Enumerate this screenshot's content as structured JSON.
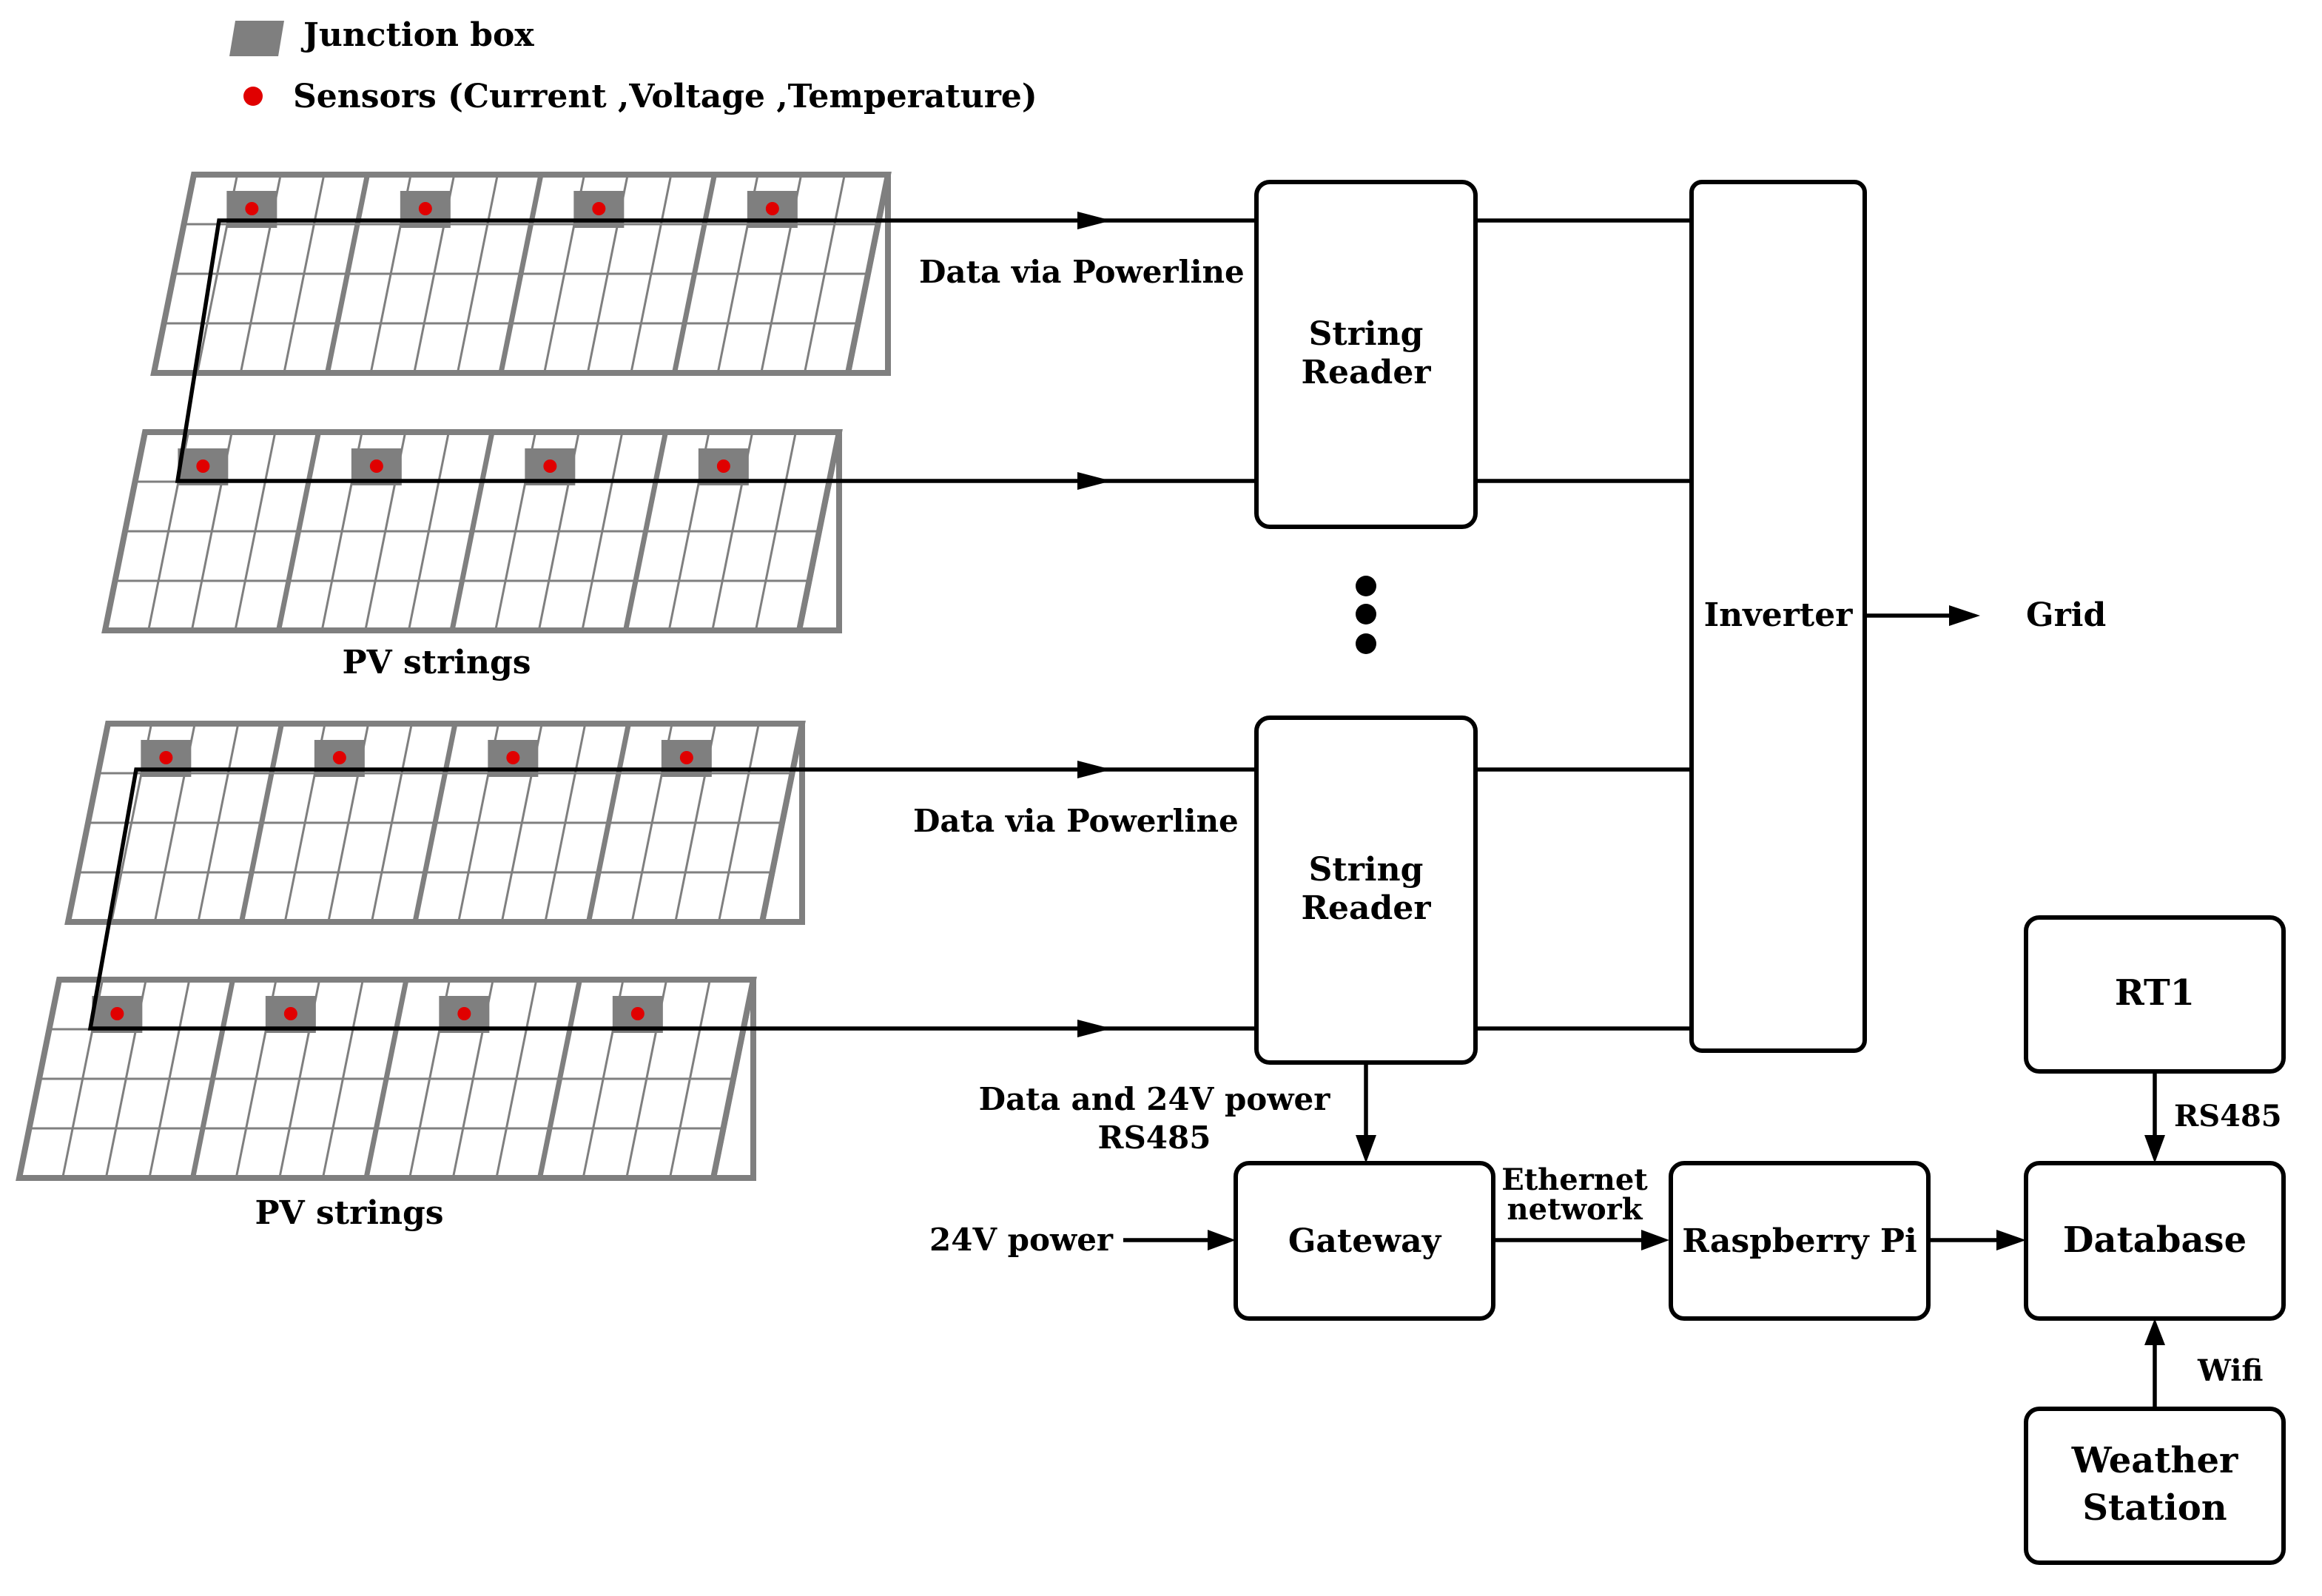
{
  "legend": {
    "junction_box": "Junction box",
    "sensors": "Sensors  (Current ,Voltage ,Temperature)"
  },
  "labels": {
    "pv_strings_top": "PV strings",
    "pv_strings_bottom": "PV strings",
    "data_powerline_top": "Data  via Powerline",
    "data_powerline_bottom": "Data  via Powerline",
    "data_24v_line1": "Data and 24V power",
    "data_24v_line2": "RS485",
    "power_24v": "24V power",
    "ethernet_line1": "Ethernet",
    "ethernet_line2": "network",
    "rs485": "RS485",
    "wifi": "Wifi",
    "grid": "Grid"
  },
  "blocks": {
    "string_reader_top": [
      "String",
      "Reader"
    ],
    "string_reader_bottom": [
      "String",
      "Reader"
    ],
    "inverter": "Inverter",
    "gateway": "Gateway",
    "raspberry_pi": "Raspberry Pi",
    "database": "Database",
    "rt1": "RT1",
    "weather_station": [
      "Weather",
      "Station"
    ]
  },
  "colors": {
    "panel": "#7f7f7f",
    "junction_box": "#7f7f7f",
    "sensor": "#e00000",
    "line": "#000000"
  }
}
